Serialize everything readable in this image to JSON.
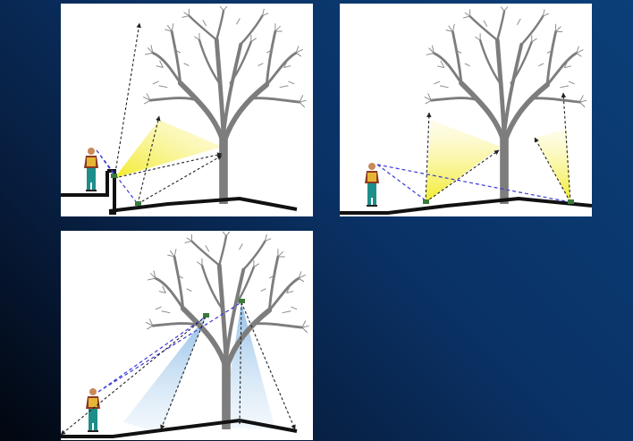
{
  "slide": {
    "background": {
      "top_right": "#0b3f78",
      "bottom_left": "#02060f"
    },
    "panels": [
      {
        "id": "uplight-from-wall",
        "light_color": "#f6ee3a"
      },
      {
        "id": "uplight-from-ground",
        "light_color": "#f6ee3a"
      },
      {
        "id": "downlight-from-canopy",
        "light_color": "#9fc8ea"
      }
    ],
    "elements": {
      "tree": "tree-icon",
      "observer": "person-icon",
      "view_line": "dashed-blue-line",
      "light_ray": "dashed-black-arrow",
      "fixture": "light-fixture-icon"
    }
  }
}
